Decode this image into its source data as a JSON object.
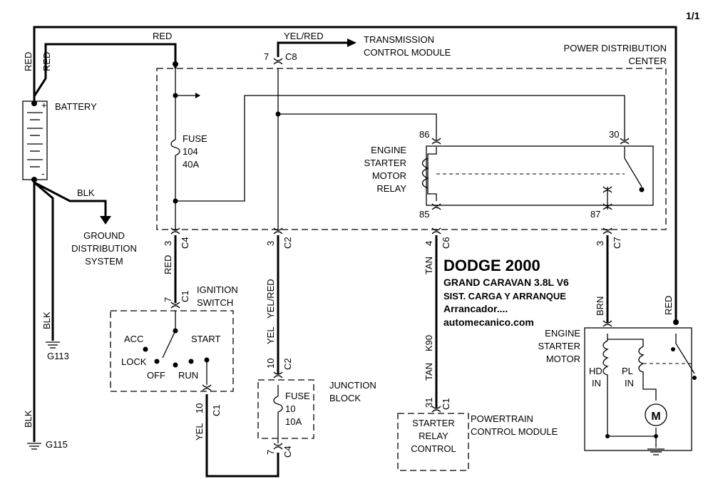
{
  "page_number": "1/1",
  "title": {
    "make_year": "DODGE 2000",
    "model": "GRAND CARAVAN  3.8L  V6",
    "system": "SIST. CARGA Y ARRANQUE",
    "component": "Arrancador....",
    "website": "automecanico.com"
  },
  "components": {
    "battery": "BATTERY",
    "battery_plus": "+",
    "battery_minus": "-",
    "transmission_module": [
      "TRANSMISSION",
      "CONTROL MODULE"
    ],
    "pdc": [
      "POWER DISTRIBUTION",
      "CENTER"
    ],
    "fuse_104": [
      "FUSE",
      "104",
      "40A"
    ],
    "relay": [
      "ENGINE",
      "STARTER",
      "MOTOR",
      "RELAY"
    ],
    "ground_dist": [
      "GROUND",
      "DISTRIBUTION",
      "SYSTEM"
    ],
    "ignition": [
      "IGNITION",
      "SWITCH"
    ],
    "ign_positions": {
      "acc": "ACC",
      "lock": "LOCK",
      "off": "OFF",
      "run": "RUN",
      "start": "START"
    },
    "junction": [
      "JUNCTION",
      "BLOCK"
    ],
    "fuse_10": [
      "FUSE",
      "10",
      "10A"
    ],
    "pcm": [
      "POWERTRAIN",
      "CONTROL MODULE"
    ],
    "starter_relay_control": [
      "STARTER",
      "RELAY",
      "CONTROL"
    ],
    "starter_motor": [
      "ENGINE",
      "STARTER",
      "MOTOR"
    ],
    "hd_in": [
      "HD",
      "IN"
    ],
    "pl_in": [
      "PL",
      "IN"
    ],
    "motor_symbol": "M"
  },
  "grounds": {
    "g113": "G113",
    "g115": "G115"
  },
  "wires": {
    "red": "RED",
    "blk": "BLK",
    "yel_red": "YEL/RED",
    "yel": "YEL",
    "tan": "TAN",
    "k90": "K90",
    "brn": "BRN"
  },
  "pins": {
    "p7": "7",
    "p3": "3",
    "p4": "4",
    "p10": "10",
    "p31": "31",
    "p86": "86",
    "p85": "85",
    "p30": "30",
    "p87": "87"
  },
  "connectors": {
    "c1": "C1",
    "c2": "C2",
    "c4": "C4",
    "c6": "C6",
    "c7": "C7",
    "c8": "C8"
  }
}
